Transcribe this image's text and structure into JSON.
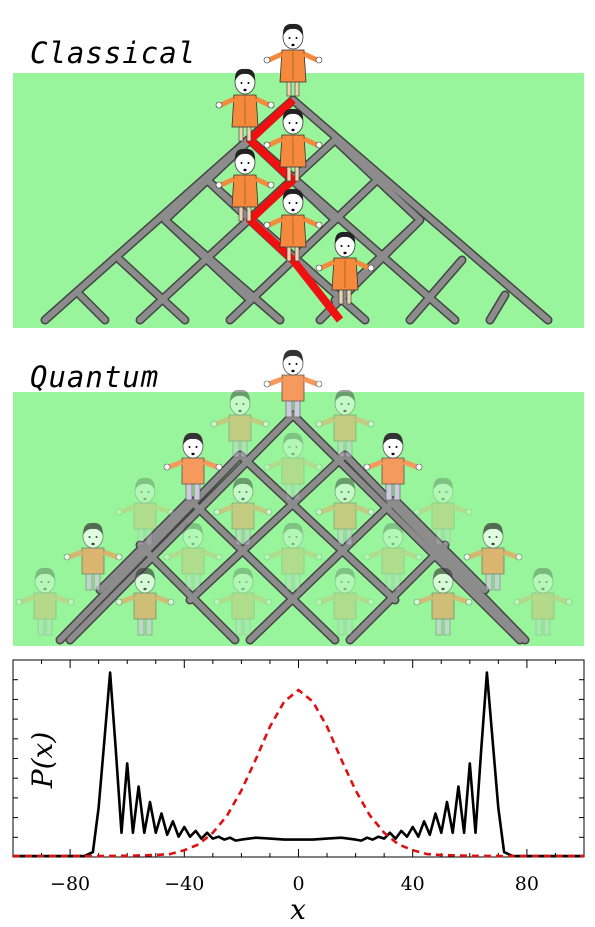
{
  "panels": {
    "classical_label": "Classical",
    "quantum_label": "Quantum"
  },
  "colors": {
    "background_green": "#98f59c",
    "lattice_gray": "#8a8a8a",
    "path_red": "#ee1111",
    "person_orange": "#f58a3c",
    "quantum_curve": "#000000",
    "classical_curve": "#dd1111"
  },
  "chart_data": {
    "type": "line",
    "xlabel": "x",
    "ylabel": "P(x)",
    "xlim": [
      -100,
      100
    ],
    "x_ticks": [
      "-80",
      "-40",
      "0",
      "40",
      "80"
    ],
    "x_tick_values": [
      -80,
      -40,
      0,
      40,
      80
    ],
    "series": [
      {
        "style": "solid-black",
        "x": [
          -100,
          -75,
          -72,
          -70,
          -68,
          -66,
          -64,
          -62,
          -60,
          -58,
          -56,
          -54,
          -52,
          -50,
          -48,
          -46,
          -44,
          -42,
          -40,
          -38,
          -36,
          -34,
          -32,
          -30,
          -28,
          -26,
          -24,
          -22,
          -20,
          -15,
          -10,
          -5,
          0,
          5,
          10,
          15,
          20,
          22,
          24,
          26,
          28,
          30,
          32,
          34,
          36,
          38,
          40,
          42,
          44,
          46,
          48,
          50,
          52,
          54,
          56,
          58,
          60,
          62,
          64,
          66,
          68,
          70,
          72,
          75,
          100
        ],
        "y": [
          0.0,
          0.0,
          0.02,
          0.25,
          0.6,
          0.95,
          0.55,
          0.12,
          0.48,
          0.12,
          0.36,
          0.12,
          0.28,
          0.12,
          0.22,
          0.11,
          0.18,
          0.1,
          0.15,
          0.1,
          0.13,
          0.09,
          0.12,
          0.09,
          0.1,
          0.085,
          0.095,
          0.08,
          0.085,
          0.095,
          0.09,
          0.085,
          0.085,
          0.085,
          0.09,
          0.095,
          0.085,
          0.08,
          0.095,
          0.085,
          0.1,
          0.09,
          0.12,
          0.09,
          0.13,
          0.1,
          0.15,
          0.1,
          0.18,
          0.11,
          0.22,
          0.12,
          0.28,
          0.12,
          0.36,
          0.12,
          0.48,
          0.12,
          0.55,
          0.95,
          0.6,
          0.25,
          0.02,
          0.0,
          0.0
        ]
      },
      {
        "style": "dashed-red",
        "x": [
          -100,
          -90,
          -80,
          -70,
          -60,
          -50,
          -45,
          -40,
          -35,
          -30,
          -25,
          -20,
          -15,
          -10,
          -5,
          0,
          5,
          10,
          15,
          20,
          25,
          30,
          35,
          40,
          45,
          50,
          60,
          70,
          80,
          90,
          100
        ],
        "y": [
          0,
          0,
          0,
          0,
          0.001,
          0.005,
          0.01,
          0.03,
          0.06,
          0.12,
          0.21,
          0.34,
          0.5,
          0.67,
          0.8,
          0.86,
          0.8,
          0.67,
          0.5,
          0.34,
          0.21,
          0.12,
          0.06,
          0.03,
          0.01,
          0.005,
          0.001,
          0,
          0,
          0,
          0
        ]
      }
    ]
  }
}
